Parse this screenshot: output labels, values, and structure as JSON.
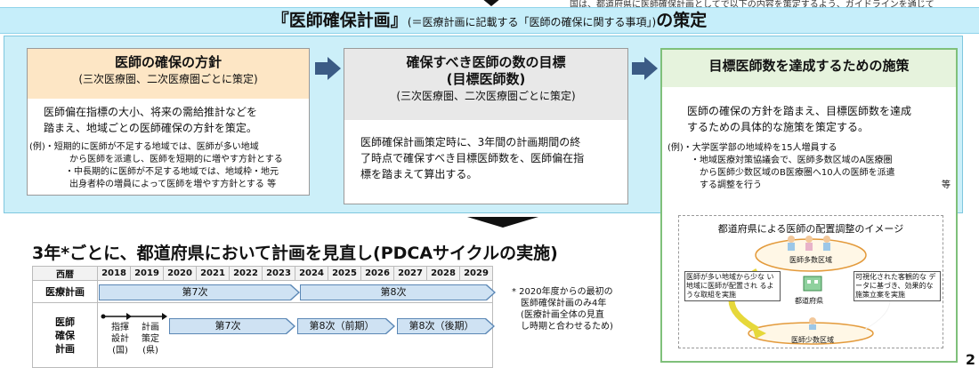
{
  "top_note": "国は、都道府県に医師確保計画としてで以下の内容を策定するよう、ガイドラインを通じて",
  "title": {
    "main": "『医師確保計画』",
    "sub": "(＝医療計画に記載する「医師の確保に関する事項」)",
    "end": "の策定"
  },
  "box1": {
    "heading": "医師の確保の方針",
    "sub": "(三次医療圏、二次医療圏ごとに策定)",
    "body": [
      "医師偏在指標の大小、将来の需給推計などを",
      "踏まえ、地域ごとの医師確保の方針を策定。"
    ],
    "examples": [
      "(例)・短期的に医師が不足する地域では、医師が多い地域",
      "から医師を派遣し、医師を短期的に増やす方針とする",
      "・中長期的に医師が不足する地域では、地域枠・地元",
      "出身者枠の増員によって医師を増やす方針とする 等"
    ]
  },
  "box2": {
    "heading1": "確保すべき医師の数の目標",
    "heading2": "(目標医師数)",
    "sub": "(三次医療圏、二次医療圏ごとに策定)",
    "body": [
      "医師確保計画策定時に、3年間の計画期間の終",
      "了時点で確保すべき目標医師数を、医師偏在指",
      "標を踏まえて算出する。"
    ]
  },
  "box3": {
    "heading": "目標医師数を達成するための施策",
    "body": [
      "医師の確保の方針を踏まえ、目標医師数を達成",
      "するための具体的な施策を策定する。"
    ],
    "examples": [
      "(例)・大学医学部の地域枠を15人増員する",
      "・地域医療対策協議会で、医師多数区域のA医療圏",
      "から医師少数区域のB医療圏へ10人の医師を派遣",
      "する調整を行う",
      "等"
    ],
    "image": {
      "title": "都道府県による医師の配置調整のイメージ",
      "many": "医師多数区域",
      "few": "医師少数区域",
      "pref": "都道府県",
      "left_note": "医師が多い地域から少な い地域に医師が配置され るような取組を実施",
      "right_note": "可視化された客観的な データに基づき、効果的な 施策立案を実施"
    }
  },
  "pdca": "3年*ごとに、都道府県において計画を見直し(PDCAサイクルの実施)",
  "timeline": {
    "label_year": "西暦",
    "years": [
      "2018",
      "2019",
      "2020",
      "2021",
      "2022",
      "2023",
      "2024",
      "2025",
      "2026",
      "2027",
      "2028",
      "2029"
    ],
    "row1_label": "医療計画",
    "row1_phase1": "第7次",
    "row1_phase2": "第8次",
    "row2_label": "医師確保計画",
    "row2_steps": [
      "指揮設計(国)",
      "計画策定(県)"
    ],
    "row2_phase1": "第7次",
    "row2_phase2": "第8次（前期）",
    "row2_phase3": "第8次（後期）"
  },
  "note": [
    "* 2020年度からの最初の",
    "医師確保計画のみ4年",
    "(医療計画全体の見直",
    "し時期と合わせるため)"
  ],
  "page_number": "2"
}
